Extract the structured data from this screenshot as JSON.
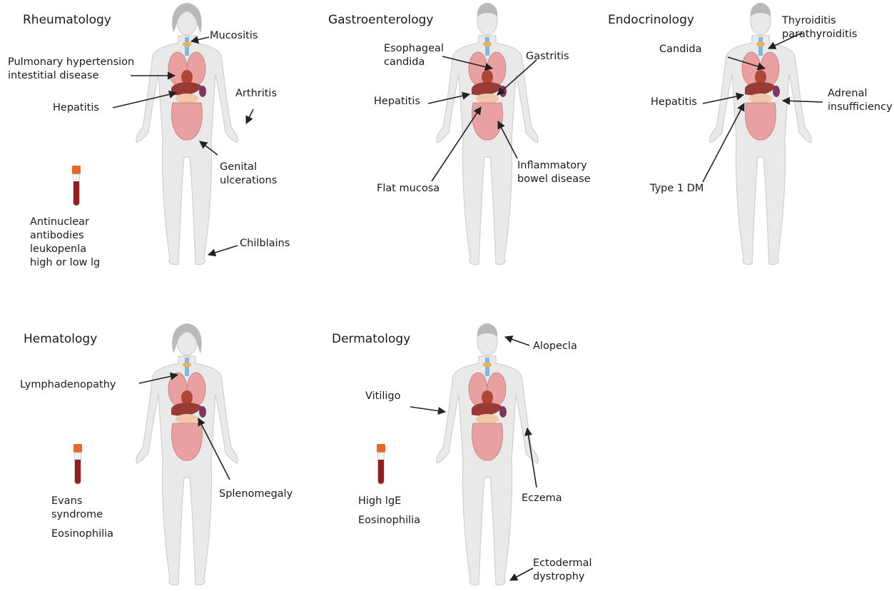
{
  "colors": {
    "body_fill": "#e9e9e9",
    "body_stroke": "#cfcfcf",
    "hair": "#b9b9b9",
    "organ_pink": "#e8a0a0",
    "organ_dark": "#b0463a",
    "liver": "#9a3a35",
    "stomach": "#f0c8a8",
    "thyroid": "#7db8e0",
    "arrow": "#222222",
    "tube_top": "#e2682c",
    "tube_blood": "#8e1f22"
  },
  "panels": [
    {
      "key": "rheumatology",
      "title": "Rheumatology",
      "sex": "female",
      "labels": [
        "Mucositis",
        "Pulmonary hypertension\nintestitial disease",
        "Hepatitis",
        "Arthritis",
        "Genital\nulcerations",
        "Chilblains"
      ],
      "blood_tests": [
        "Antinuclear\nantibodies\nleukopenla\nhigh or low lg"
      ]
    },
    {
      "key": "gastroenterology",
      "title": "Gastroenterology",
      "sex": "male",
      "labels": [
        "Esophageal\ncandida",
        "Gastritis",
        "Hepatitis",
        "Inflammatory\nbowel disease",
        "Flat mucosa"
      ],
      "blood_tests": []
    },
    {
      "key": "endocrinology",
      "title": "Endocrinology",
      "sex": "male",
      "labels": [
        "Thyroiditis\nparathyroiditis",
        "Candida",
        "Hepatitis",
        "Adrenal\ninsufficiency",
        "Type 1 DM"
      ],
      "blood_tests": []
    },
    {
      "key": "hematology",
      "title": "Hematology",
      "sex": "female",
      "labels": [
        "Lymphadenopathy",
        "Splenomegaly"
      ],
      "blood_tests": [
        "Evans\nsyndrome",
        "Eosinophilia"
      ]
    },
    {
      "key": "dermatology",
      "title": "Dermatology",
      "sex": "male",
      "labels": [
        "Alopecla",
        "Vitiligo",
        "Eczema",
        "Ectodermal\ndystrophy"
      ],
      "blood_tests": [
        "High lgE",
        "Eosinophilia"
      ]
    }
  ]
}
